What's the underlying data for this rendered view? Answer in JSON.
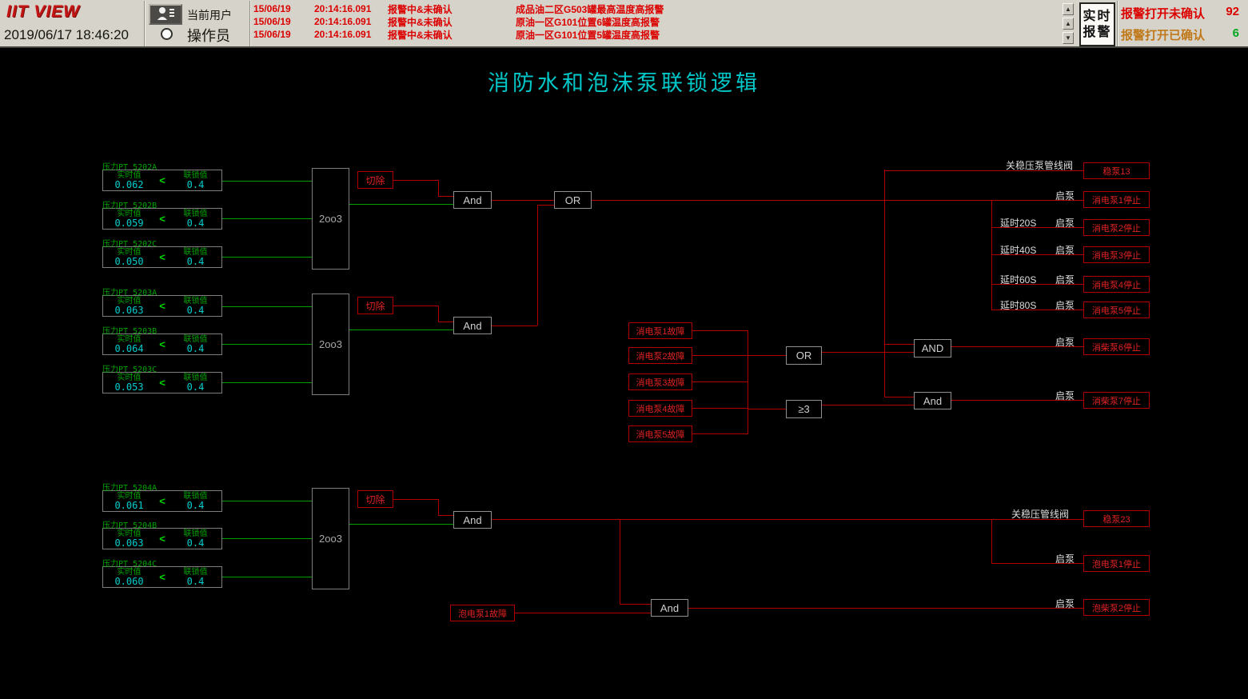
{
  "header": {
    "logo": "IIT VIEW",
    "datetime": "2019/06/17 18:46:20",
    "user": {
      "label": "当前用户",
      "role": "操作员"
    },
    "alarm_rows": [
      {
        "date": "15/06/19",
        "time": "20:14:16.091",
        "status": "报警中&未确认",
        "message": "成品油二区G503罐最高温度高报警"
      },
      {
        "date": "15/06/19",
        "time": "20:14:16.091",
        "status": "报警中&未确认",
        "message": "原油一区G101位置6罐温度高报警"
      },
      {
        "date": "15/06/19",
        "time": "20:14:16.091",
        "status": "报警中&未确认",
        "message": "原油一区G101位置5罐温度高报警"
      }
    ],
    "scroll": {
      "btn1": "▲",
      "btn2": "▲",
      "btn3": "▼"
    },
    "realtime_button": {
      "line1": "实时",
      "line2": "报警"
    },
    "counters": {
      "unack_label": "报警打开未确认",
      "unack_value": "92",
      "ack_label": "报警打开已确认",
      "ack_value": "6"
    }
  },
  "title": "消防水和泡沫泵联锁逻辑",
  "diagram": {
    "groups": [
      {
        "voter": "2oo3",
        "cut": "切除",
        "gate": "And",
        "sensors": [
          {
            "tag": "压力PT_5202A",
            "rt_label": "实时值",
            "rt_value": "0.062",
            "op": "<",
            "ilk_label": "联锁值",
            "ilk_value": "0.4"
          },
          {
            "tag": "压力PT_5202B",
            "rt_label": "实时值",
            "rt_value": "0.059",
            "op": "<",
            "ilk_label": "联锁值",
            "ilk_value": "0.4"
          },
          {
            "tag": "压力PT_5202C",
            "rt_label": "实时值",
            "rt_value": "0.050",
            "op": "<",
            "ilk_label": "联锁值",
            "ilk_value": "0.4"
          }
        ]
      },
      {
        "voter": "2oo3",
        "cut": "切除",
        "gate": "And",
        "sensors": [
          {
            "tag": "压力PT_5203A",
            "rt_label": "实时值",
            "rt_value": "0.063",
            "op": "<",
            "ilk_label": "联锁值",
            "ilk_value": "0.4"
          },
          {
            "tag": "压力PT_5203B",
            "rt_label": "实时值",
            "rt_value": "0.064",
            "op": "<",
            "ilk_label": "联锁值",
            "ilk_value": "0.4"
          },
          {
            "tag": "压力PT_5203C",
            "rt_label": "实时值",
            "rt_value": "0.053",
            "op": "<",
            "ilk_label": "联锁值",
            "ilk_value": "0.4"
          }
        ]
      },
      {
        "voter": "2oo3",
        "cut": "切除",
        "gate": "And",
        "sensors": [
          {
            "tag": "压力PT_5204A",
            "rt_label": "实时值",
            "rt_value": "0.061",
            "op": "<",
            "ilk_label": "联锁值",
            "ilk_value": "0.4"
          },
          {
            "tag": "压力PT_5204B",
            "rt_label": "实时值",
            "rt_value": "0.063",
            "op": "<",
            "ilk_label": "联锁值",
            "ilk_value": "0.4"
          },
          {
            "tag": "压力PT_5204C",
            "rt_label": "实时值",
            "rt_value": "0.060",
            "op": "<",
            "ilk_label": "联锁值",
            "ilk_value": "0.4"
          }
        ]
      }
    ],
    "or_gate": "OR",
    "fault_or": "OR",
    "fault_ge3": "≥3",
    "and_upper": "AND",
    "and_lower": "And",
    "faults": [
      "消电泵1故障",
      "消电泵2故障",
      "消电泵3故障",
      "消电泵4故障",
      "消电泵5故障"
    ],
    "valve_line_label": "关稳压泵管线阀",
    "stable_pump_13": "稳泵13",
    "start_label": "启泵",
    "delays": [
      "延时20S",
      "延时40S",
      "延时60S",
      "延时80S"
    ],
    "stops": [
      "消电泵1停止",
      "消电泵2停止",
      "消电泵3停止",
      "消电泵4停止",
      "消电泵5停止",
      "消柴泵6停止",
      "消柴泵7停止"
    ],
    "foam": {
      "valve_line_label": "关稳压管线阀",
      "stable_pump_23": "稳泵23",
      "start_label": "启泵",
      "stop1": "泡电泵1停止",
      "fault": "泡电泵1故障",
      "gate": "And",
      "stop2": "泡柴泵2停止"
    }
  }
}
